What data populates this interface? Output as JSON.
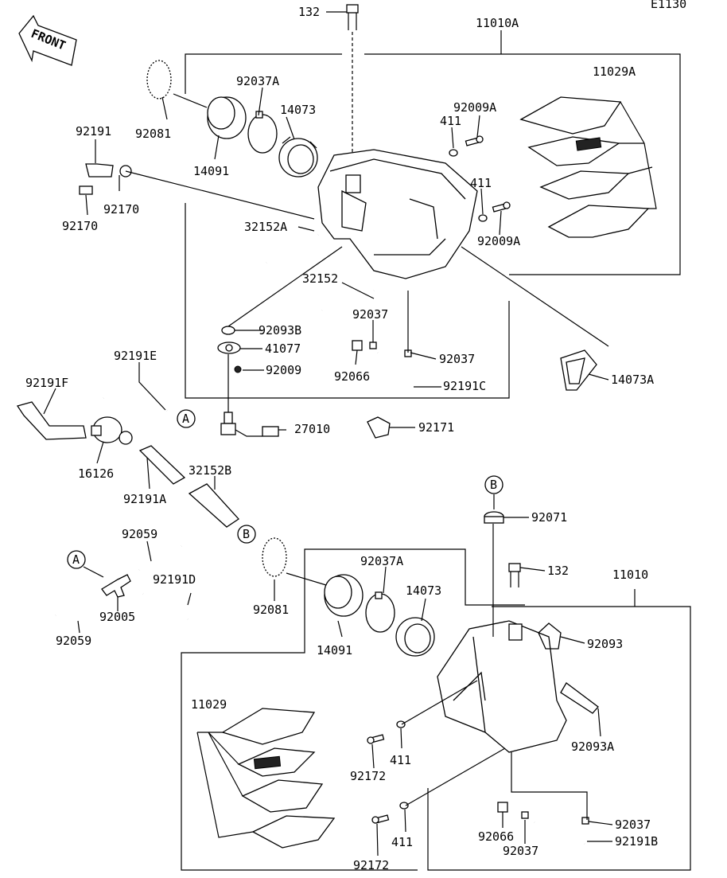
{
  "diagram_code": "E1130",
  "front_label": "FRONT",
  "callouts": {
    "A": "A",
    "B": "B"
  },
  "labels": {
    "p132_top": "132",
    "p11010A": "11010A",
    "p92081_top": "92081",
    "p92037A_top": "92037A",
    "p14073_top": "14073",
    "p14091_top": "14091",
    "p11029A": "11029A",
    "p92009A_top": "92009A",
    "p411_top1": "411",
    "p411_top2": "411",
    "p92009A_mid": "92009A",
    "p92191": "92191",
    "p92170_a": "92170",
    "p92170_b": "92170",
    "p32152A": "32152A",
    "p32152": "32152",
    "p92037_a": "92037",
    "p92037_b": "92037",
    "p92066_top": "92066",
    "p92191C": "92191C",
    "p14073A": "14073A",
    "p92093B": "92093B",
    "p41077": "41077",
    "p92009": "92009",
    "p92191E": "92191E",
    "p92191F": "92191F",
    "p27010": "27010",
    "p92171": "92171",
    "p16126": "16126",
    "p92191A": "92191A",
    "p32152B": "32152B",
    "p92071": "92071",
    "p132_bot": "132",
    "p11010": "11010",
    "p92059_top": "92059",
    "p92191D": "92191D",
    "p92005": "92005",
    "p92059_bot": "92059",
    "p92081_bot": "92081",
    "p92037A_bot": "92037A",
    "p14073_bot": "14073",
    "p14091_bot": "14091",
    "p92093": "92093",
    "p11029": "11029",
    "p92093A": "92093A",
    "p92172_a": "92172",
    "p411_bot1": "411",
    "p411_bot2": "411",
    "p92172_b": "92172",
    "p92037_c": "92037",
    "p92066_bot": "92066",
    "p92037_d": "92037",
    "p92191B": "92191B"
  }
}
